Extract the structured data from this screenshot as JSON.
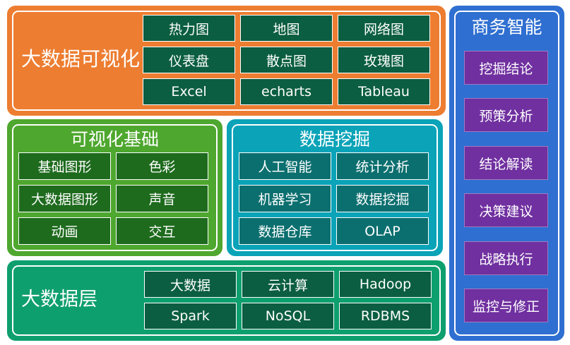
{
  "colors": {
    "orange": "#ed7d31",
    "orange_cell": "#0b5e41",
    "green": "#4ea72e",
    "green_cell": "#1e6b1e",
    "teal": "#0aa3b8",
    "teal_cell": "#0c6f6f",
    "emerald": "#0e9f6e",
    "emerald_cell": "#0b5e41",
    "blue": "#2f6fd1",
    "purple": "#7030a0"
  },
  "bigdata_viz": {
    "title": "大数据可视化",
    "cells": [
      "热力图",
      "地图",
      "网络图",
      "仪表盘",
      "散点图",
      "玫瑰图",
      "Excel",
      "echarts",
      "Tableau"
    ]
  },
  "viz_basics": {
    "title": "可视化基础",
    "cells": [
      "基础图形",
      "色彩",
      "大数据图形",
      "声音",
      "动画",
      "交互"
    ]
  },
  "data_mining": {
    "title": "数据挖掘",
    "cells": [
      "人工智能",
      "统计分析",
      "机器学习",
      "数据挖掘",
      "数据仓库",
      "OLAP"
    ]
  },
  "bigdata_layer": {
    "title": "大数据层",
    "cells": [
      "大数据",
      "云计算",
      "Hadoop",
      "Spark",
      "NoSQL",
      "RDBMS"
    ]
  },
  "business_intelligence": {
    "title": "商务智能",
    "items": [
      "挖掘结论",
      "预策分析",
      "结论解读",
      "决策建议",
      "战略执行",
      "监控与修正"
    ]
  }
}
